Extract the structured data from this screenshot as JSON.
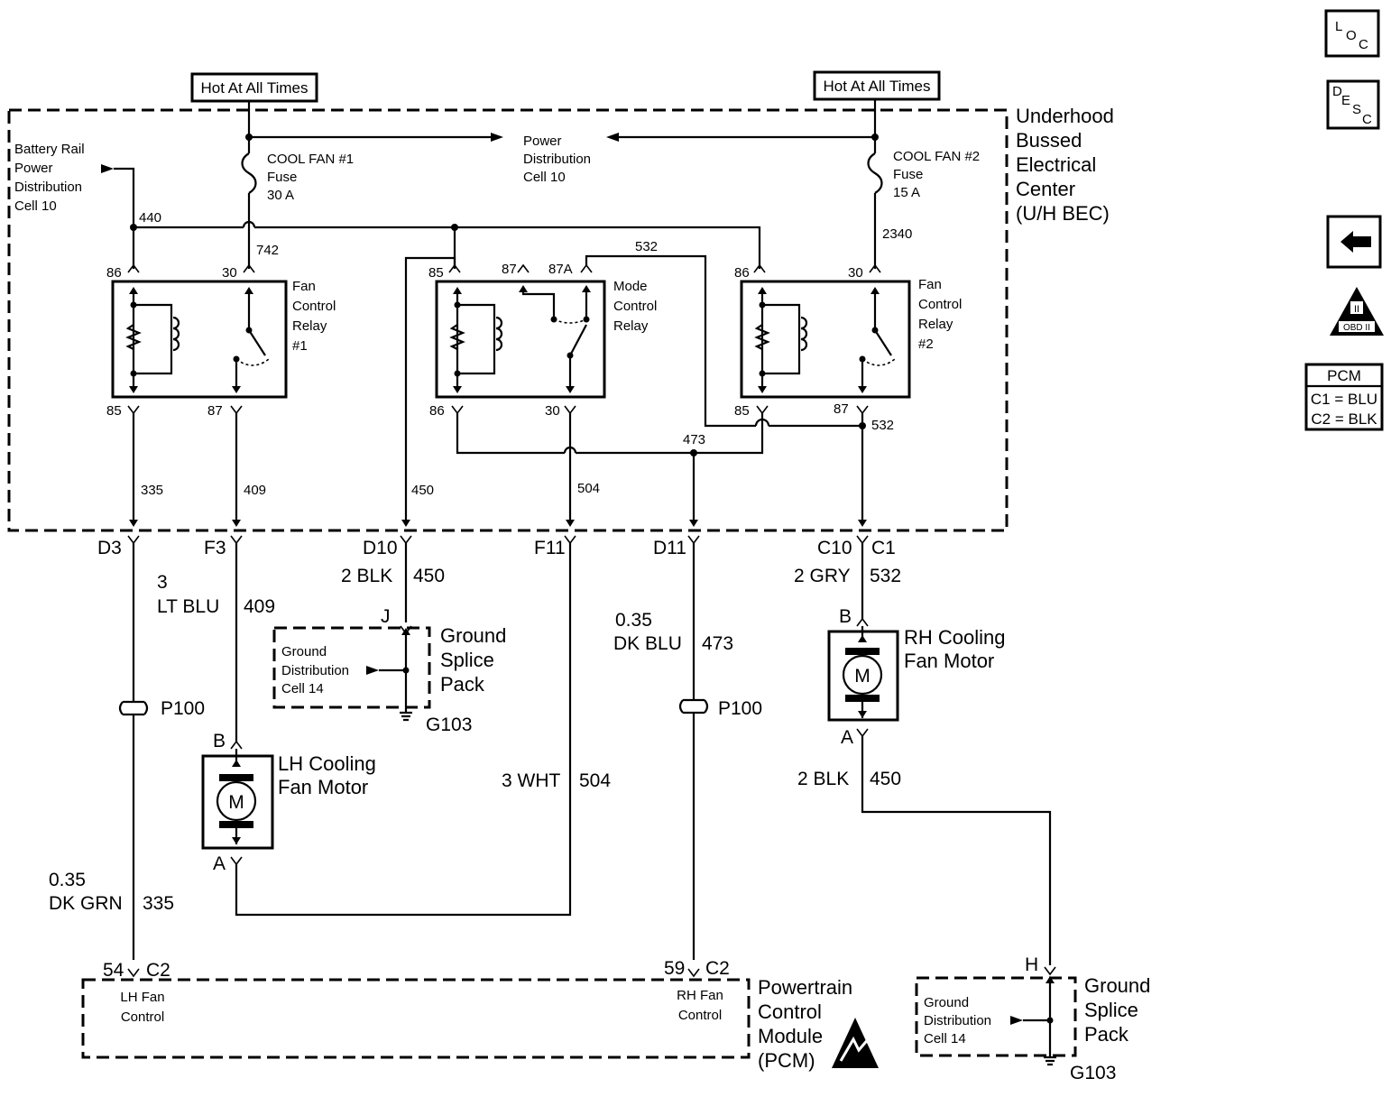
{
  "top_labels": {
    "hot_left": "Hot At All Times",
    "hot_right": "Hot At All Times"
  },
  "bec": {
    "title_lines": [
      "Underhood",
      "Bussed",
      "Electrical",
      "Center",
      "(U/H BEC)"
    ],
    "battery_rail": [
      "Battery Rail",
      "Power",
      "Distribution",
      "Cell 10"
    ],
    "power_dist": [
      "Power",
      "Distribution",
      "Cell 10"
    ],
    "fuse1": [
      "COOL FAN #1",
      "Fuse",
      "30 A"
    ],
    "fuse2": [
      "COOL FAN #2",
      "Fuse",
      "15 A"
    ]
  },
  "relays": {
    "fan1": [
      "Fan",
      "Control",
      "Relay",
      "#1"
    ],
    "mode": [
      "Mode",
      "Control",
      "Relay"
    ],
    "fan2": [
      "Fan",
      "Control",
      "Relay",
      "#2"
    ]
  },
  "pins": {
    "r1_86": "86",
    "r1_30": "30",
    "r1_85": "85",
    "r1_87": "87",
    "m_85": "85",
    "m_87": "87",
    "m_87a": "87A",
    "m_86": "86",
    "m_30": "30",
    "r2_86": "86",
    "r2_30": "30",
    "r2_85": "85",
    "r2_87": "87"
  },
  "circuits": {
    "c440": "440",
    "c742": "742",
    "c532_top": "532",
    "c2340": "2340",
    "c335": "335",
    "c409": "409",
    "c450": "450",
    "c504": "504",
    "c473": "473",
    "c532_right": "532"
  },
  "connectors": {
    "d3": "D3",
    "f3": "F3",
    "d10": "D10",
    "f11": "F11",
    "d11": "D11",
    "c10": "C10",
    "c1": "C1",
    "j": "J",
    "b_lh": "B",
    "a_lh": "A",
    "b_rh": "B",
    "a_rh": "A",
    "h": "H",
    "p54": "54",
    "c2_left": "C2",
    "p59": "59",
    "c2_right": "C2"
  },
  "wires": {
    "w409": [
      "3",
      "LT BLU",
      "409"
    ],
    "w450": [
      "2 BLK",
      "450"
    ],
    "w473": [
      "0.35",
      "DK BLU",
      "473"
    ],
    "w532": [
      "2 GRY",
      "532"
    ],
    "w504": [
      "3 WHT",
      "504"
    ],
    "w450b": [
      "2 BLK",
      "450"
    ],
    "w335": [
      "0.35",
      "DK GRN",
      "335"
    ]
  },
  "splices": {
    "p100_left": "P100",
    "p100_right": "P100"
  },
  "ground_splice_1": {
    "label": [
      "Ground",
      "Splice",
      "Pack"
    ],
    "dist": [
      "Ground",
      "Distribution",
      "Cell 14"
    ],
    "ground": "G103"
  },
  "ground_splice_2": {
    "label": [
      "Ground",
      "Splice",
      "Pack"
    ],
    "dist": [
      "Ground",
      "Distribution",
      "Cell 14"
    ],
    "ground": "G103"
  },
  "motors": {
    "lh": [
      "LH Cooling",
      "Fan Motor"
    ],
    "rh": [
      "RH Cooling",
      "Fan Motor"
    ],
    "symbol": "M"
  },
  "pcm": {
    "title": [
      "Powertrain",
      "Control",
      "Module",
      "(PCM)"
    ],
    "lh_fan": [
      "LH Fan",
      "Control"
    ],
    "rh_fan": [
      "RH Fan",
      "Control"
    ]
  },
  "side_panel": {
    "loc": [
      "L",
      "O",
      "C"
    ],
    "desc": [
      "D",
      "E",
      "S",
      "C"
    ],
    "back_icon": "back-arrow-icon",
    "obd_icon": "obd-ii-icon",
    "obd_text": "OBD II",
    "pcm_title": "PCM",
    "c1": "C1 = BLU",
    "c2": "C2 = BLK"
  }
}
